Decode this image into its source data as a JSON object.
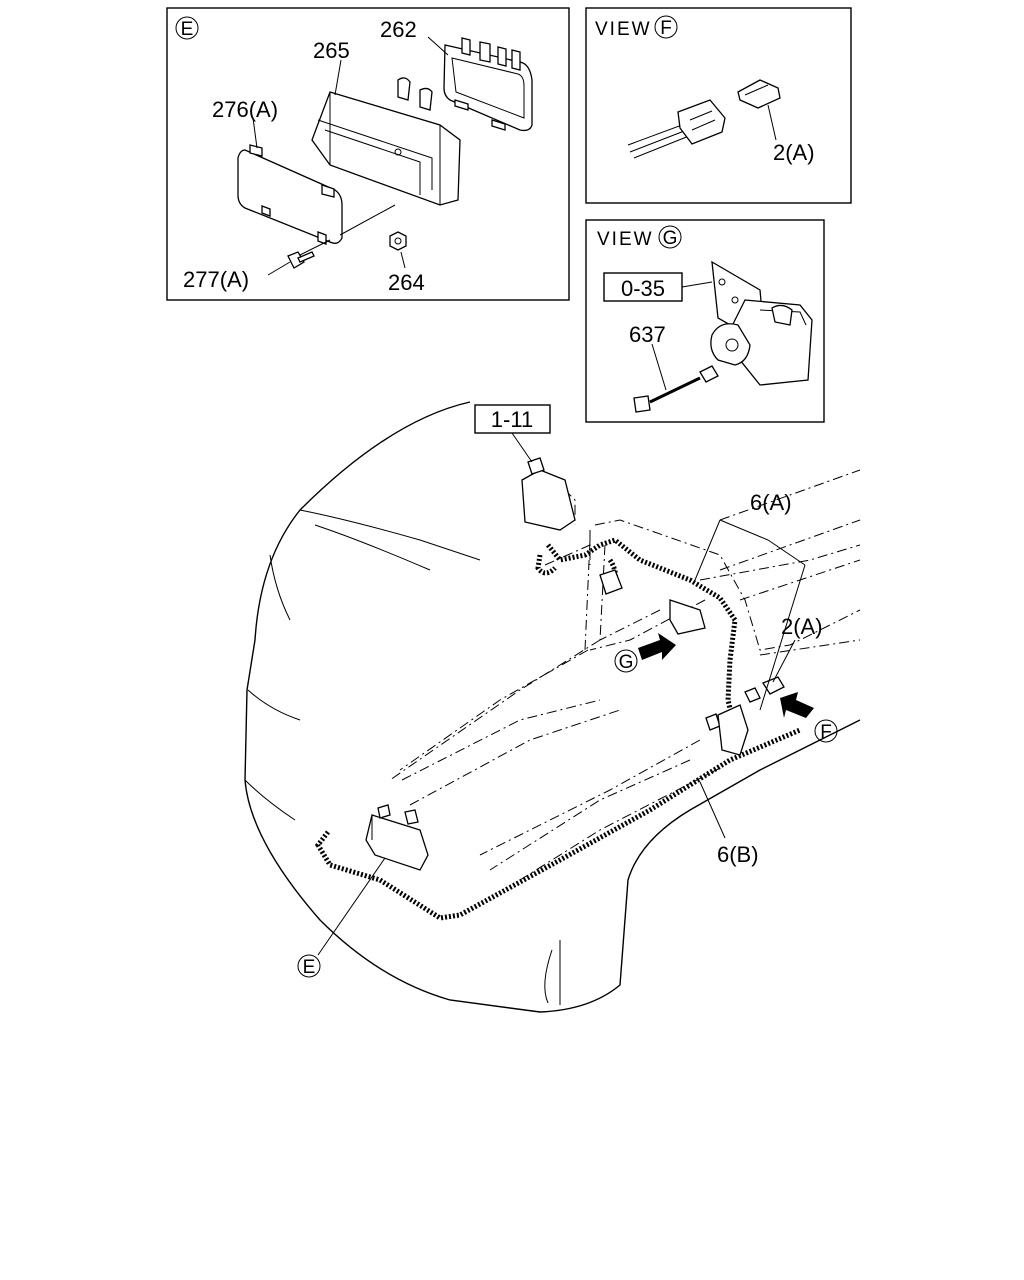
{
  "detail_e": {
    "marker": "E",
    "parts": {
      "p262": "262",
      "p265": "265",
      "p276a": "276(A)",
      "p277a": "277(A)",
      "p264": "264"
    }
  },
  "view_f": {
    "title": "VIEW",
    "marker": "F",
    "part_2a": "2(A)"
  },
  "view_g": {
    "title": "VIEW",
    "marker": "G",
    "ref_box": "0-35",
    "part_637": "637"
  },
  "main": {
    "ref_box": "1-11",
    "part_6a": "6(A)",
    "part_6b": "6(B)",
    "part_2a": "2(A)",
    "arrow_g": "G",
    "arrow_f": "F",
    "callout_e": "E"
  }
}
